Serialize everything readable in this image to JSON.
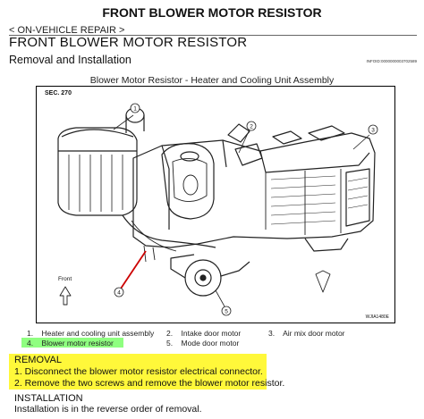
{
  "header": {
    "title": "FRONT BLOWER MOTOR RESISTOR",
    "breadcrumb": "< ON-VEHICLE REPAIR >",
    "section_title": "FRONT BLOWER MOTOR RESISTOR",
    "subheading": "Removal and Installation",
    "info_id": "INFOID:0000000003702589"
  },
  "figure": {
    "caption": "Blower Motor Resistor - Heater and Cooling Unit Assembly",
    "section": "SEC. 270",
    "front_label": "Front",
    "figure_code": "WJIA1480E",
    "callouts": [
      "1",
      "2",
      "3",
      "4",
      "5"
    ]
  },
  "legend": [
    {
      "num": "1.",
      "label": "Heater and cooling unit assembly"
    },
    {
      "num": "2.",
      "label": "Intake door motor"
    },
    {
      "num": "3.",
      "label": "Air mix door motor"
    },
    {
      "num": "4.",
      "label": "Blower motor resistor",
      "highlighted": true
    },
    {
      "num": "5.",
      "label": "Mode door motor"
    }
  ],
  "removal": {
    "heading": "REMOVAL",
    "steps": [
      "1.   Disconnect the blower motor resistor electrical connector.",
      "2.   Remove the two screws and remove the blower motor resistor."
    ]
  },
  "installation": {
    "heading": "INSTALLATION",
    "text": "Installation is in the reverse order of removal."
  },
  "colors": {
    "highlight_yellow": "#fff83a",
    "highlight_green": "#8fff80",
    "callout_arrow_red": "#cc0000"
  }
}
